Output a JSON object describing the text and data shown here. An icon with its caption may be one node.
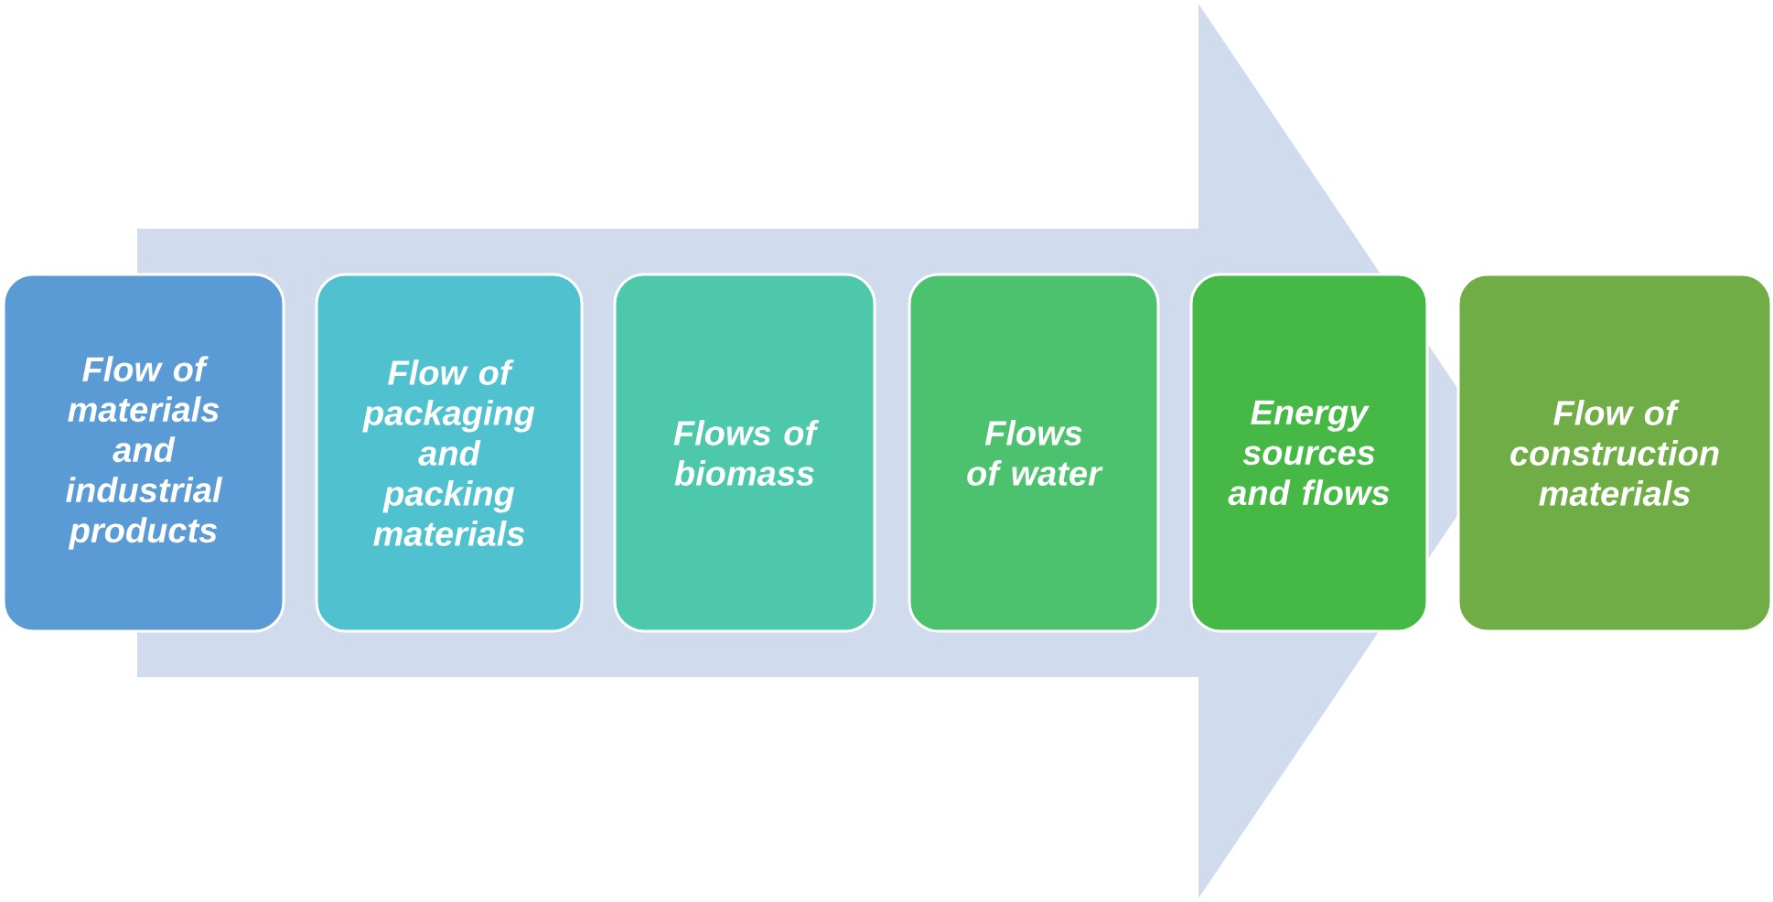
{
  "diagram": {
    "nodes": [
      {
        "text": [
          "Flow of materials and industrial products"
        ]
      },
      {
        "text": [
          "Flow of packaging and packing materials"
        ]
      },
      {
        "text": [
          "Flows of biomass"
        ]
      },
      {
        "text": [
          "Flows of water"
        ]
      },
      {
        "text": [
          "Energy sources and flows"
        ]
      },
      {
        "text": [
          "Flow of construction materials"
        ]
      }
    ],
    "edges": [
      {
        "from": 0,
        "to": 5,
        "arrow": "to"
      }
    ]
  }
}
